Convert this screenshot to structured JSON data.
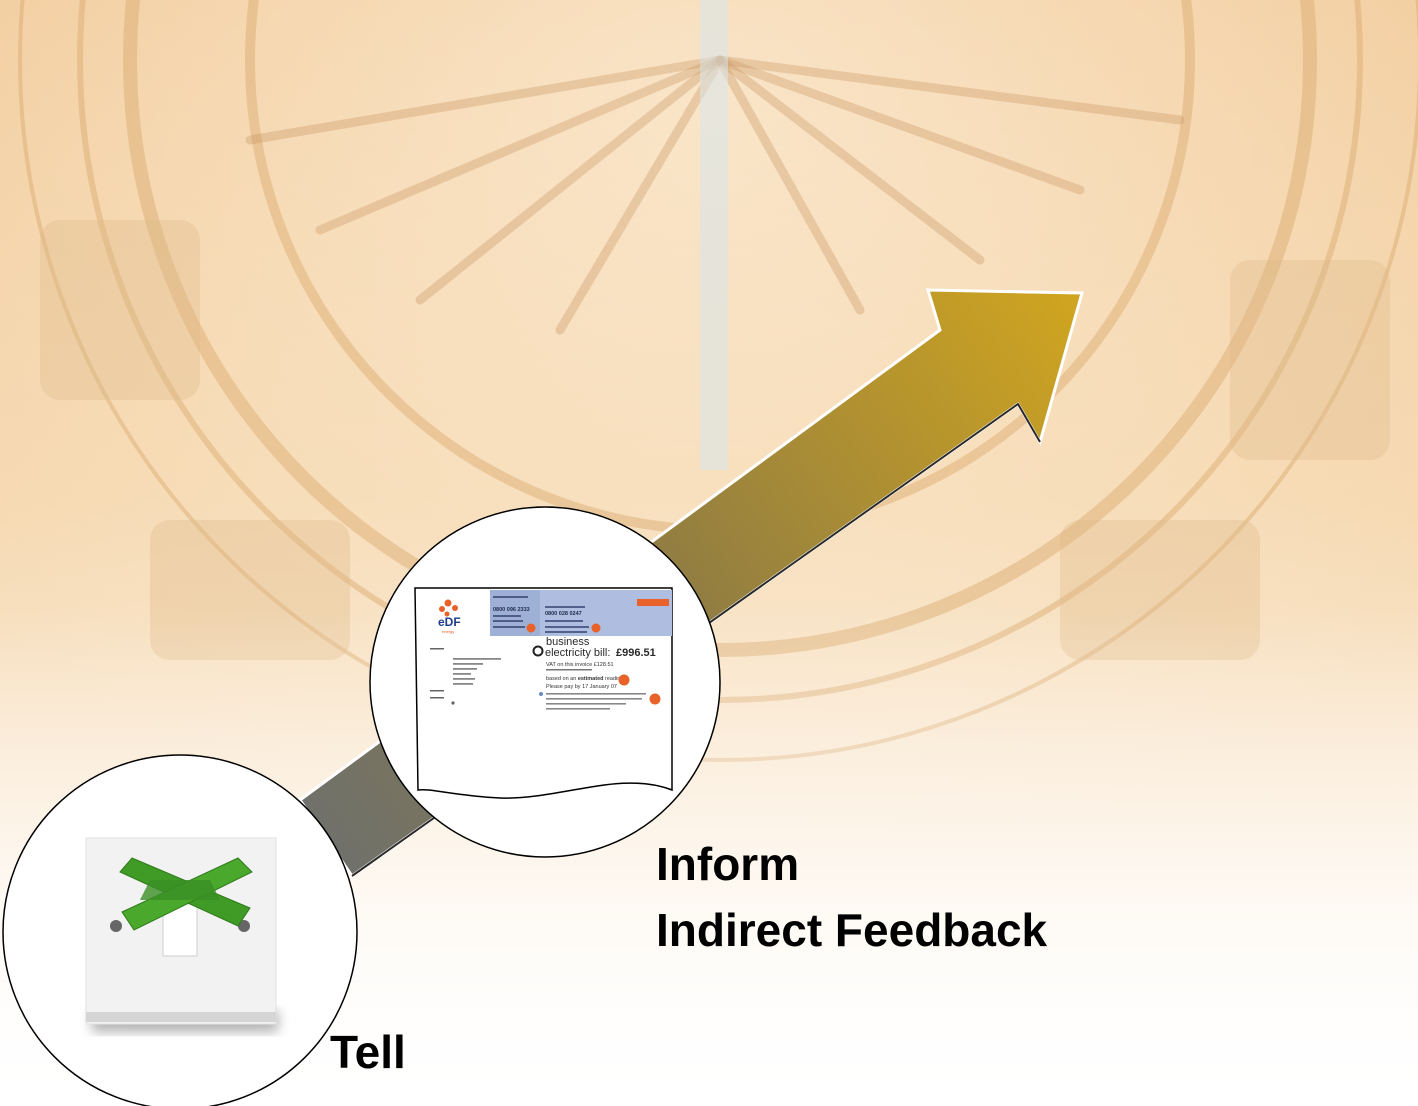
{
  "labels": {
    "inform": "Inform",
    "indirect_feedback": "Indirect Feedback",
    "tell": "Tell"
  },
  "bill": {
    "brand": "eDF",
    "brand_sub": "energy",
    "title_line1": "business",
    "title_line2": "electricity bill:",
    "amount": "£996.51",
    "vat_line": "VAT on this invoice £128.51",
    "estimated_line_prefix": "based on an",
    "estimated_word": "estimated",
    "estimated_line_suffix": "reading",
    "pay_by": "Please pay by 17 January 07",
    "phone_1": "0800 096 2333",
    "phone_2": "0800 028 0247"
  },
  "colors": {
    "arrow_gold": "#c9a021",
    "arrow_grey": "#6d706e",
    "tape_green": "#3f9a26",
    "bill_header_blue": "#aebde0",
    "bill_accent_orange": "#e8622a"
  },
  "icons": {
    "socket_tape": "taped-light-switch-icon",
    "bill": "electricity-bill-icon"
  }
}
